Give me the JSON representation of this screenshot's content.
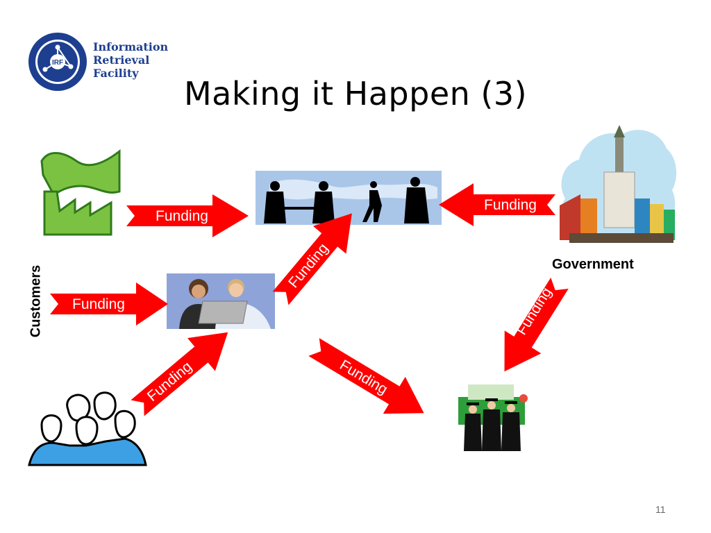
{
  "slide": {
    "title": "Making it Happen (3)",
    "page_number": "11"
  },
  "logo": {
    "badge": "IRF",
    "line1": "Information",
    "line2": "Retrieval",
    "line3": "Facility"
  },
  "labels": {
    "customers": "Customers",
    "government": "Government"
  },
  "arrows": {
    "factory_to_business": "Funding",
    "government_to_business": "Funding",
    "customers_to_team": "Funding",
    "team_to_business": "Funding",
    "people_to_team": "Funding",
    "team_to_graduates": "Funding",
    "government_to_graduates": "Funding"
  },
  "colors": {
    "arrow": "#ff0000",
    "logo_blue": "#1e3f8f",
    "factory_green": "#7cc242"
  }
}
